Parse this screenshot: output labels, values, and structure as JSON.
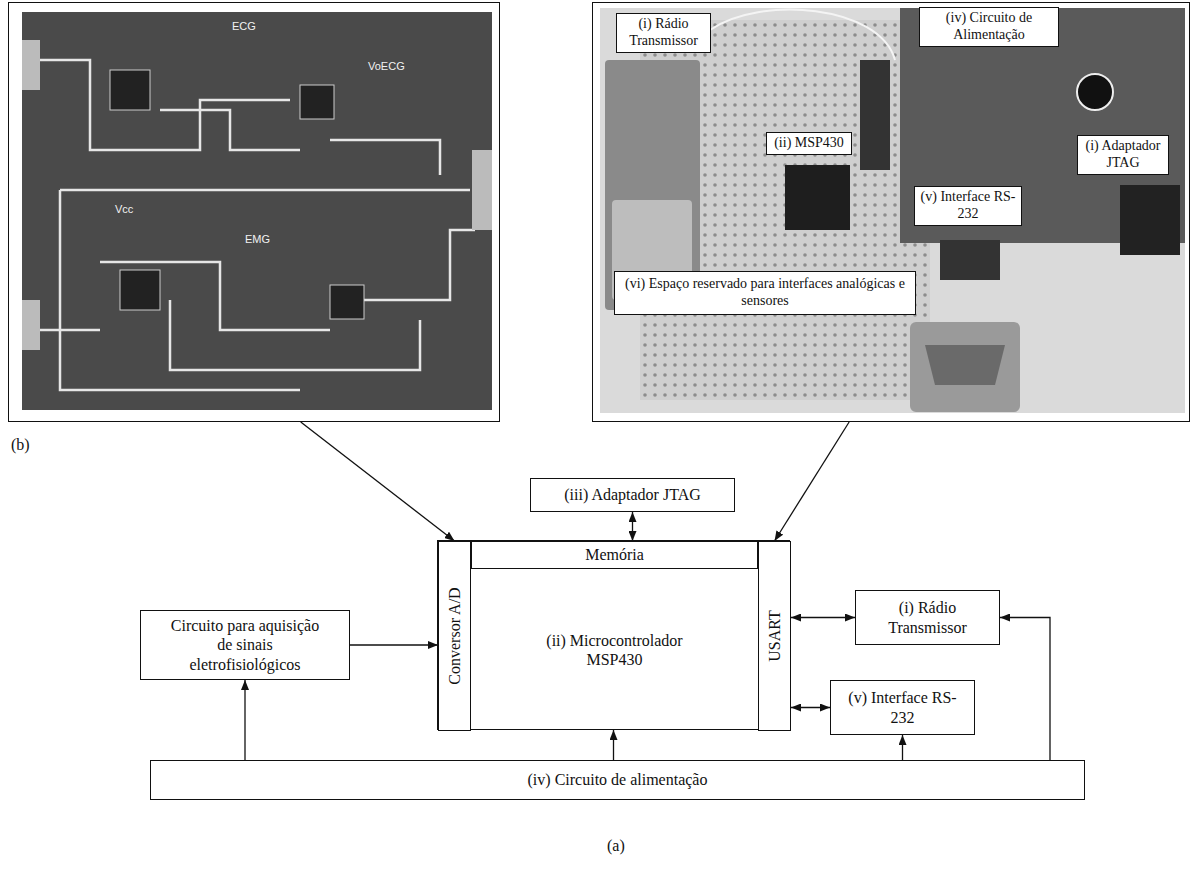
{
  "diagram": {
    "nodes": [
      {
        "text": [
          "(b)"
        ]
      },
      {
        "text": []
      },
      {
        "text": [
          "(i) Rádio Transmissor"
        ],
        "in": 1
      },
      {
        "text": [
          "(iv) Circuito de Alimentação"
        ],
        "in": 1
      },
      {
        "text": [
          "(ii) MSP430"
        ],
        "in": 1
      },
      {
        "text": [
          "(i) Adaptador JTAG"
        ],
        "in": 1
      },
      {
        "text": [
          "(v) Interface RS-232"
        ],
        "in": 1
      },
      {
        "text": [
          "(vi) Espaço reservado para interfaces analógicas e sensores"
        ],
        "in": 1
      },
      {
        "text": [
          "(iii) Adaptador JTAG"
        ]
      },
      {
        "text": [
          "(ii) Microcontrolador MSP430"
        ]
      },
      {
        "text": [
          "Conversor A/D"
        ],
        "in": 9
      },
      {
        "text": [
          "Memória"
        ],
        "in": 9
      },
      {
        "text": [
          "USART"
        ],
        "in": 9
      },
      {
        "text": [
          "Circuito para aquisição de sinais eletrofisiológicos"
        ]
      },
      {
        "text": [
          "(i) Rádio Transmissor"
        ]
      },
      {
        "text": [
          "(v) Interface RS-232"
        ]
      },
      {
        "text": [
          "(iv) Circuito de alimentação"
        ]
      }
    ],
    "edges": [
      {
        "from": 0,
        "to": 10,
        "arrow": "to"
      },
      {
        "from": 1,
        "to": 12,
        "arrow": "to"
      },
      {
        "from": 8,
        "to": 11,
        "arrow": "both"
      },
      {
        "from": 13,
        "to": 10,
        "arrow": "to"
      },
      {
        "from": 12,
        "to": 14,
        "arrow": "both"
      },
      {
        "from": 12,
        "to": 15,
        "arrow": "both"
      },
      {
        "from": 16,
        "to": 13,
        "arrow": "to"
      },
      {
        "from": 16,
        "to": 9,
        "arrow": "to"
      },
      {
        "from": 16,
        "to": 15,
        "arrow": "to"
      },
      {
        "from": 16,
        "to": 14,
        "arrow": "to"
      }
    ],
    "labels": [
      "ECG",
      "VoECG",
      "Vcc",
      "EMG",
      "(a)"
    ]
  }
}
